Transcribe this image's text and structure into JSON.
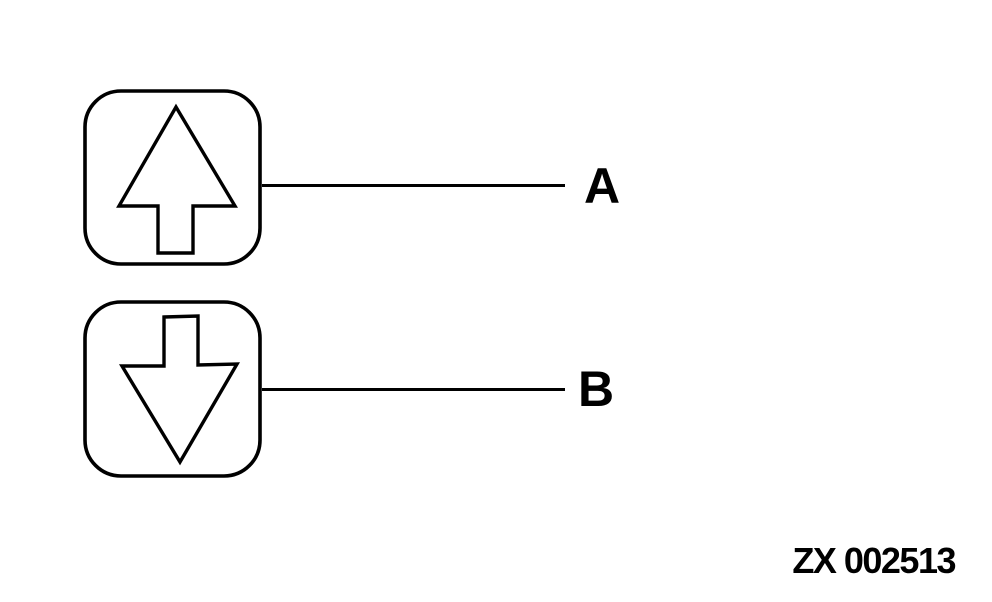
{
  "page": {
    "background": "#ffffff",
    "line_color": "#000000"
  },
  "diagram": {
    "items": [
      {
        "icon": "arrow-up-button-icon",
        "label": "A"
      },
      {
        "icon": "arrow-down-button-icon",
        "label": "B"
      }
    ],
    "figure_code": "ZX 002513"
  }
}
